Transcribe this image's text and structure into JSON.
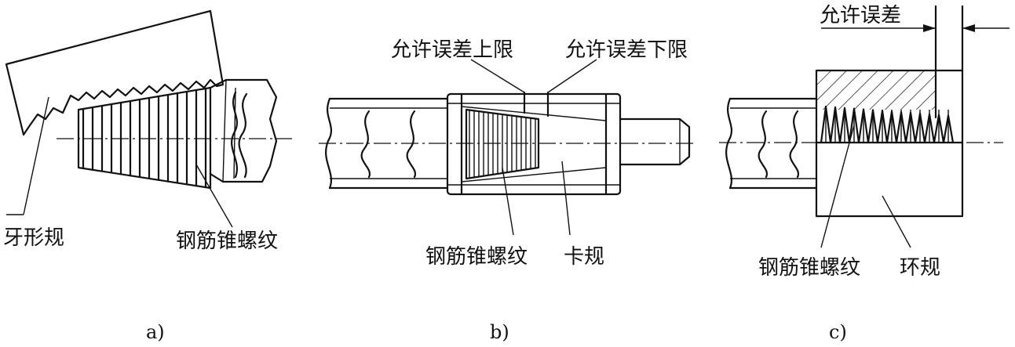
{
  "panel_a": {
    "label_gauge": "牙形规",
    "label_thread": "钢筋锥螺纹",
    "caption": "a)"
  },
  "panel_b": {
    "label_upper": "允许误差上限",
    "label_lower": "允许误差下限",
    "label_thread": "钢筋锥螺纹",
    "label_gauge": "卡规",
    "caption": "b)"
  },
  "panel_c": {
    "label_tolerance": "允许误差",
    "label_thread": "钢筋锥螺纹",
    "label_gauge": "环规",
    "caption": "c)"
  }
}
